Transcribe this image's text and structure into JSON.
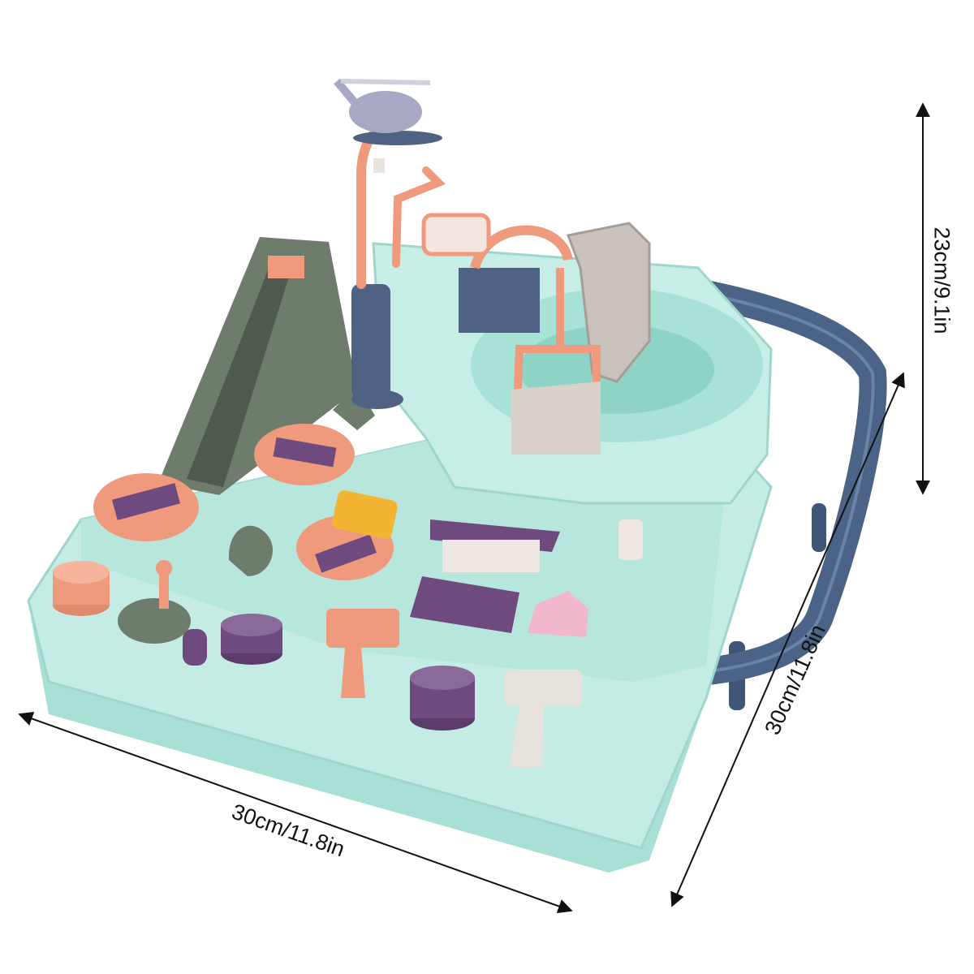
{
  "dimensions": {
    "height_label": "23cm/9.1in",
    "length_label": "30cm/11.8in",
    "width_label": "30cm/11.8in"
  },
  "colors": {
    "base_mint": "#bfe9e1",
    "base_shadow": "#8fd3c7",
    "track_navy": "#4b6386",
    "slope_grey_green": "#6e7c6b",
    "accent_coral": "#ef9a7c",
    "accent_purple": "#6e4a7e",
    "helicopter_grey": "#a9a8c4"
  }
}
